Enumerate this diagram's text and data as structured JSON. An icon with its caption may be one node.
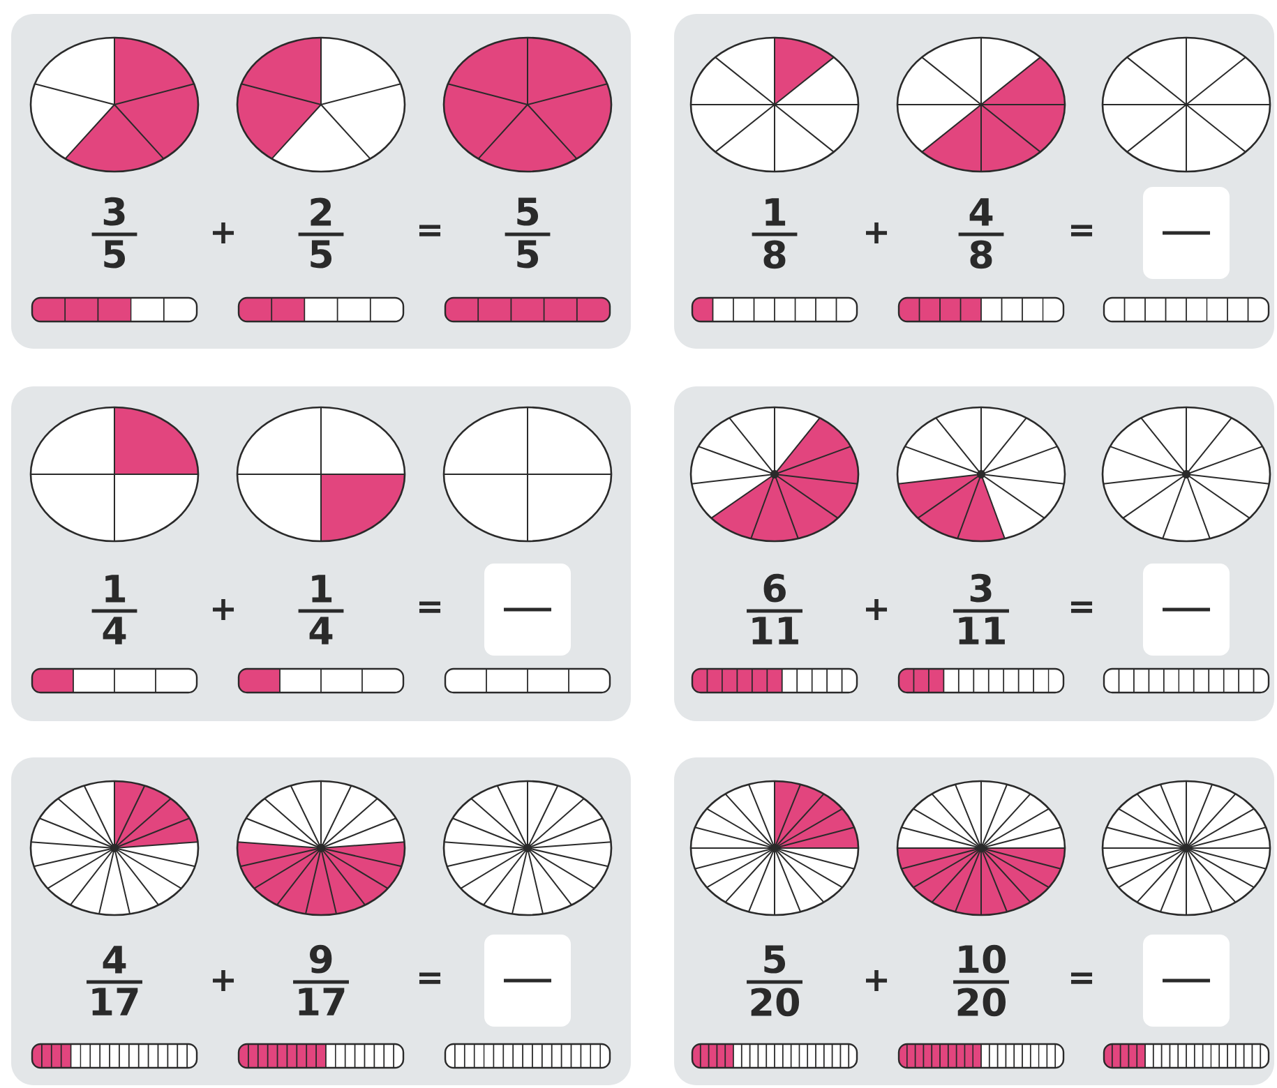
{
  "diagram": {
    "nodes": [
      {
        "text": [
          "3",
          "5",
          "+",
          "2",
          "5",
          "=",
          "5",
          "5"
        ]
      },
      {
        "text": [
          "1",
          "8",
          "+",
          "4",
          "8",
          "="
        ]
      },
      {
        "text": [],
        "shape": "box",
        "in": 1
      },
      {
        "text": [
          "1",
          "4",
          "+",
          "1",
          "4",
          "="
        ]
      },
      {
        "text": [],
        "shape": "box",
        "in": 3
      },
      {
        "text": [
          "6",
          "11",
          "+",
          "3",
          "11",
          "="
        ]
      },
      {
        "text": [],
        "shape": "box",
        "in": 5
      },
      {
        "text": [
          "4",
          "17",
          "+",
          "9",
          "17",
          "="
        ]
      },
      {
        "text": [],
        "shape": "box",
        "in": 7
      },
      {
        "text": [
          "5",
          "20",
          "+",
          "10",
          "20",
          "="
        ]
      },
      {
        "text": [],
        "shape": "box",
        "in": 9
      }
    ]
  }
}
